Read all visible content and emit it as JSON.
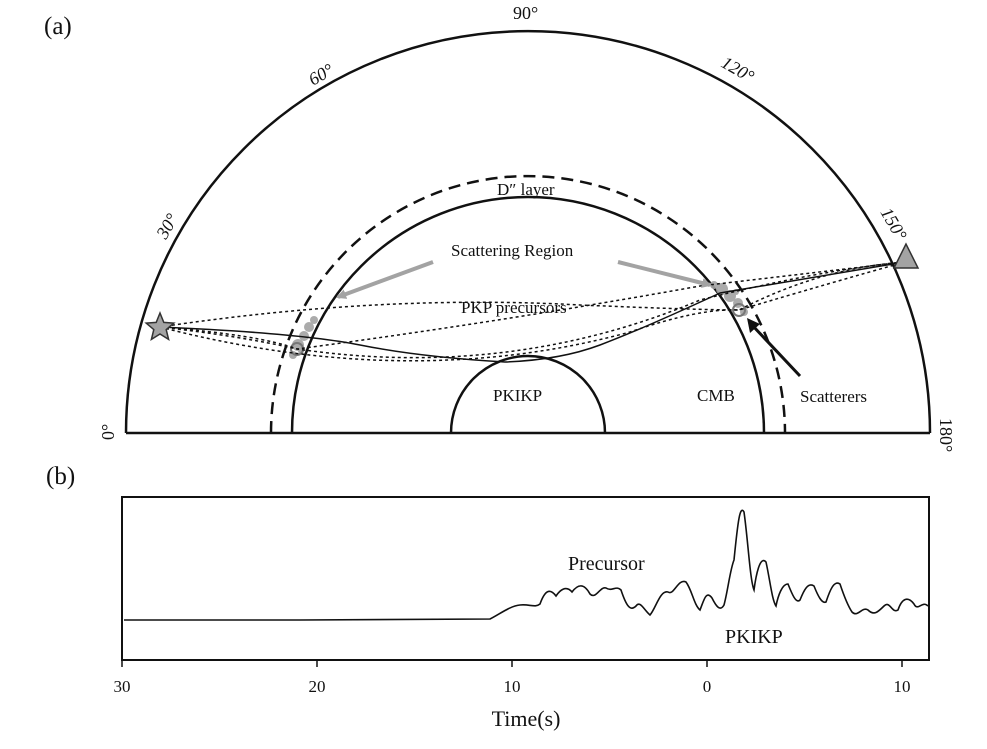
{
  "panels": {
    "a": "(a)",
    "b": "(b)"
  },
  "diagram": {
    "angles": [
      {
        "label": "0°",
        "angle": 0
      },
      {
        "label": "30°",
        "angle": 30
      },
      {
        "label": "60°",
        "angle": 60
      },
      {
        "label": "90°",
        "angle": 90
      },
      {
        "label": "120°",
        "angle": 120
      },
      {
        "label": "150°",
        "angle": 150
      },
      {
        "label": "180°",
        "angle": 180
      }
    ],
    "labels": {
      "d_layer": "D″ layer",
      "scattering_region": "Scattering Region",
      "pkp_precursors": "PKP precursors",
      "pkikp": "PKIKP",
      "cmb": "CMB",
      "scatterers": "Scatterers"
    },
    "source_icon": "star-icon",
    "receiver_icon": "triangle-icon",
    "colors": {
      "line": "#111111",
      "gray": "#a3a3a3"
    }
  },
  "seismogram": {
    "labels": {
      "precursor": "Precursor",
      "pkikp": "PKIKP"
    },
    "x_ticks": [
      "30",
      "20",
      "10",
      "0",
      "10"
    ],
    "xlabel": "Time(s)"
  }
}
